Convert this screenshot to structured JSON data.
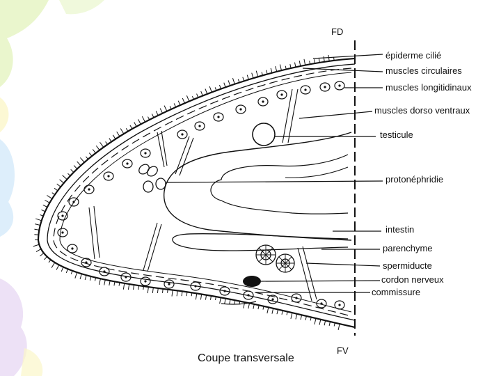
{
  "diagram": {
    "top_axis_label": "FD",
    "bottom_axis_label": "FV",
    "caption": "Coupe transversale",
    "labels": {
      "epiderme": "épiderme cilié",
      "muscles_circ": "muscles circulaires",
      "muscles_long": "muscles longitidinaux",
      "muscles_dv": "muscles dorso ventraux",
      "testicule": "testicule",
      "protonephridie": "protonéphridie",
      "intestin": "intestin",
      "parenchyme": "parenchyme",
      "spermiducte": "spermiducte",
      "cordon": "cordon nerveux",
      "commissure": "commissure"
    }
  },
  "colors": {
    "ink": "#111111",
    "background": "#ffffff",
    "decor_green": "#e6f5c4",
    "decor_blue": "#d9ecfb",
    "decor_lilac": "#eadcf5",
    "decor_yellow": "#fbf6c9"
  }
}
